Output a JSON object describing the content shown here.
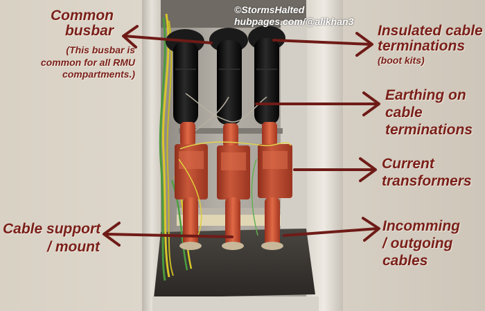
{
  "watermark": {
    "line1": "©StormsHalted",
    "line2": "hubpages.com/@alikhan3"
  },
  "labels": {
    "common_busbar_title_1": "Common",
    "common_busbar_title_2": "busbar",
    "common_busbar_note_1": "(This busbar is",
    "common_busbar_note_2": "common for all RMU",
    "common_busbar_note_3": "compartments.)",
    "insulated_1": "Insulated cable",
    "insulated_2": "terminations",
    "insulated_note": "(boot kits)",
    "earthing_1": "Earthing on",
    "earthing_2": "cable",
    "earthing_3": "terminations",
    "current_1": "Current",
    "current_2": "transformers",
    "cable_support_1": "Cable support",
    "cable_support_2": "/ mount",
    "incoming_1": "Incomming",
    "incoming_2": "/ outgoing",
    "incoming_3": "cables"
  },
  "colors": {
    "label_text": "#7a1f1a",
    "arrow": "#6e1b17",
    "cabinet_panel": "#e2ddd3",
    "boot_black": "#111111",
    "ct_red": "#b5422a",
    "sleeve_red": "#c0452c"
  }
}
